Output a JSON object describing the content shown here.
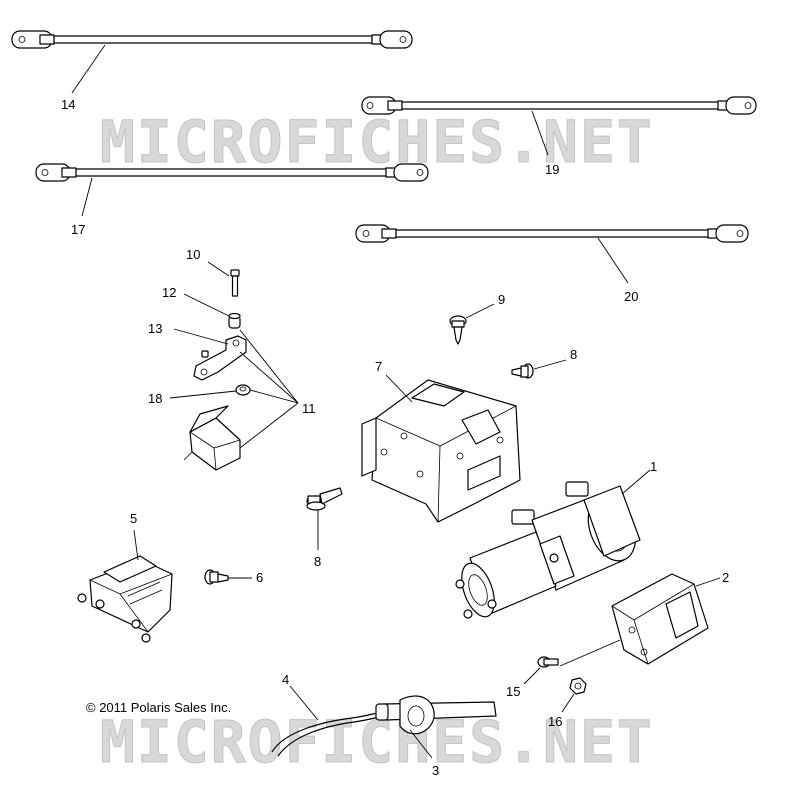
{
  "watermark": "MICROFICHES.NET",
  "copyright": "© 2011 Polaris Sales Inc.",
  "callouts": {
    "c1": "1",
    "c2": "2",
    "c3": "3",
    "c4": "4",
    "c5": "5",
    "c6": "6",
    "c7": "7",
    "c8a": "8",
    "c8b": "8",
    "c9": "9",
    "c10": "10",
    "c11": "11",
    "c12": "12",
    "c13": "13",
    "c14": "14",
    "c15": "15",
    "c16": "16",
    "c17": "17",
    "c18": "18",
    "c19": "19",
    "c20": "20"
  }
}
